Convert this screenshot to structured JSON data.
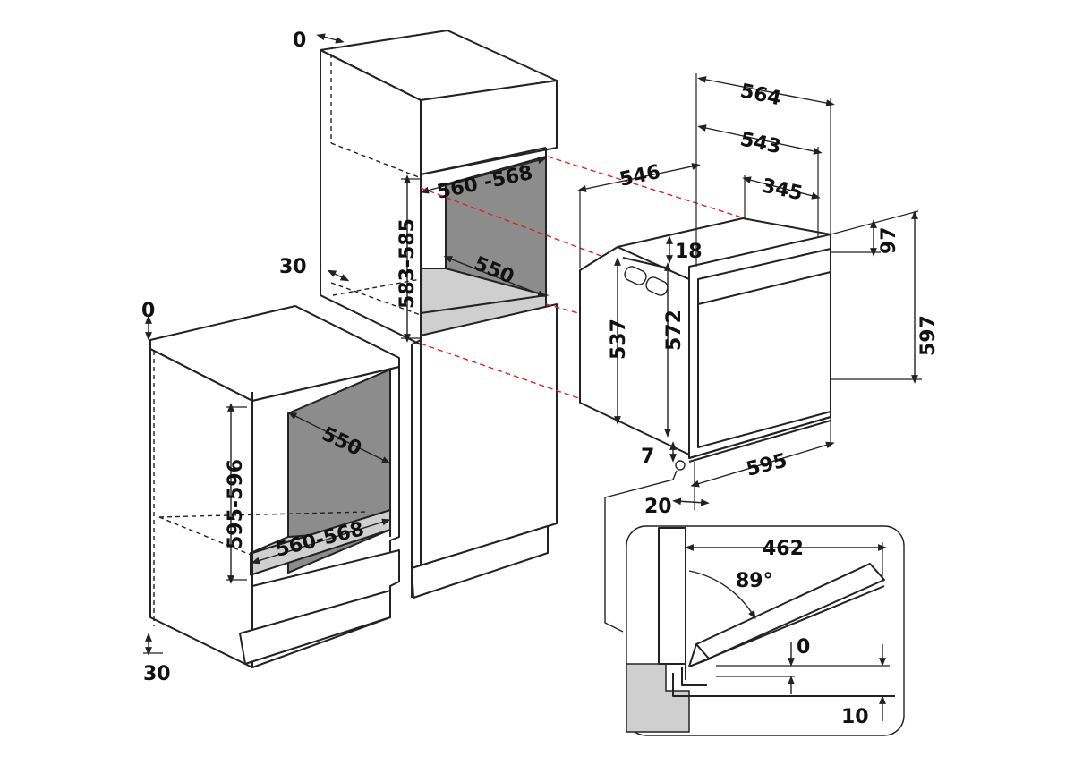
{
  "labels": {
    "left_top_zero": "0",
    "left_bottom_30": "30",
    "left_depth_550": "550",
    "left_height_range": "595-596",
    "left_width_range": "560-568",
    "tall_top_zero": "0",
    "tall_side_30": "30",
    "tall_width_range": "560 -568",
    "tall_height_range": "583-585",
    "tall_depth_550": "550",
    "oven_depth_546": "546",
    "oven_depth_564": "564",
    "oven_depth_543": "543",
    "oven_depth_345": "345",
    "oven_gap_18": "18",
    "oven_top_97": "97",
    "oven_height_597": "597",
    "oven_body_537": "537",
    "oven_body_572": "572",
    "oven_gap_7": "7",
    "oven_width_595": "595",
    "oven_gap_20": "20",
    "door_width_462": "462",
    "door_angle": "89°",
    "door_zero": "0",
    "door_gap_10": "10"
  }
}
